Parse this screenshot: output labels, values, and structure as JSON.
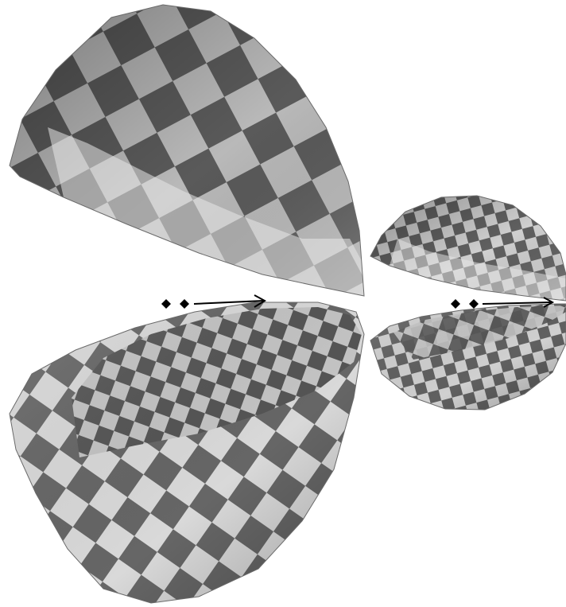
{
  "colors": {
    "background": "#ffffff",
    "outline": "#000000",
    "shade_light": "#e6e6e6",
    "shade_dark": "#4a4a4a"
  },
  "figure": {
    "description_visible_text": [],
    "objects": [
      {
        "name": "large-split-spheroid",
        "parts": [
          "upper-shell",
          "lower-bowl"
        ],
        "pattern": "checkerboard",
        "markers": [
          "diamond",
          "diamond"
        ],
        "arrow": "pointing-right"
      },
      {
        "name": "small-split-spheroid",
        "parts": [
          "upper-shell",
          "lower-bowl"
        ],
        "pattern": "checkerboard",
        "markers": [
          "diamond",
          "diamond"
        ],
        "arrow": "pointing-right"
      }
    ]
  }
}
